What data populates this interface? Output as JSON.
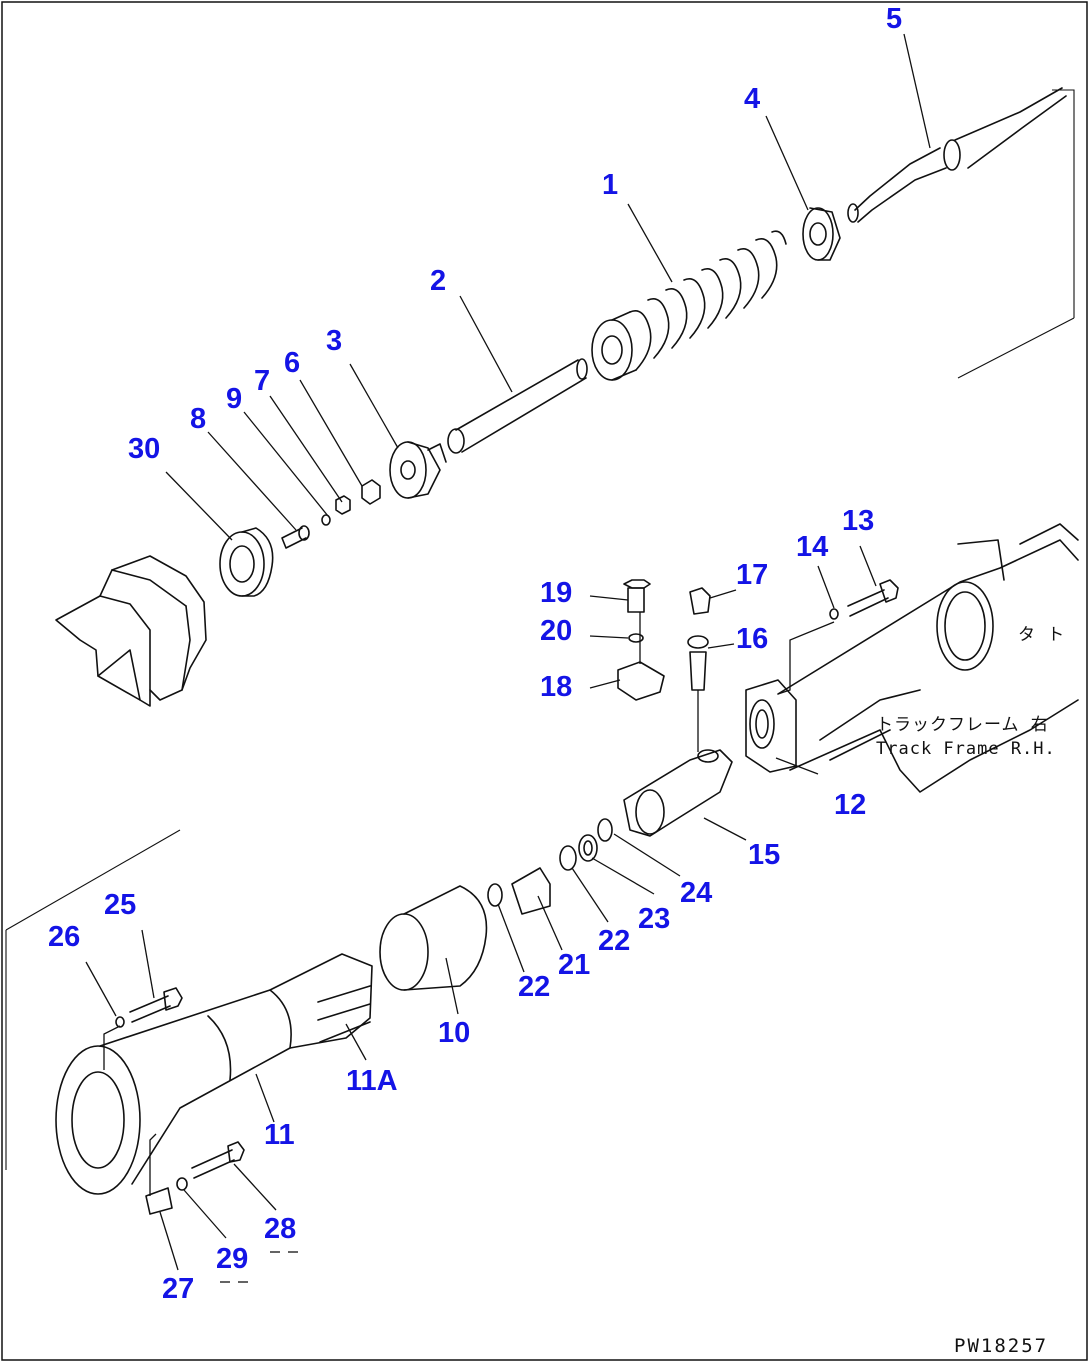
{
  "figure_code": "PW18257",
  "frame_note_jp": "トラックフレーム 右",
  "frame_note_en": "Track Frame R.H.",
  "frame_note_jp2": "タ ト",
  "callouts": [
    {
      "id": "c1",
      "text": "1"
    },
    {
      "id": "c2",
      "text": "2"
    },
    {
      "id": "c3",
      "text": "3"
    },
    {
      "id": "c4",
      "text": "4"
    },
    {
      "id": "c5",
      "text": "5"
    },
    {
      "id": "c6",
      "text": "6"
    },
    {
      "id": "c7",
      "text": "7"
    },
    {
      "id": "c8",
      "text": "8"
    },
    {
      "id": "c9",
      "text": "9"
    },
    {
      "id": "c10",
      "text": "10"
    },
    {
      "id": "c11",
      "text": "11"
    },
    {
      "id": "c11a",
      "text": "11A"
    },
    {
      "id": "c12",
      "text": "12"
    },
    {
      "id": "c13",
      "text": "13"
    },
    {
      "id": "c14",
      "text": "14"
    },
    {
      "id": "c15",
      "text": "15"
    },
    {
      "id": "c16",
      "text": "16"
    },
    {
      "id": "c17",
      "text": "17"
    },
    {
      "id": "c18",
      "text": "18"
    },
    {
      "id": "c19",
      "text": "19"
    },
    {
      "id": "c20",
      "text": "20"
    },
    {
      "id": "c21",
      "text": "21"
    },
    {
      "id": "c22a",
      "text": "22"
    },
    {
      "id": "c22b",
      "text": "22"
    },
    {
      "id": "c23",
      "text": "23"
    },
    {
      "id": "c24",
      "text": "24"
    },
    {
      "id": "c25",
      "text": "25"
    },
    {
      "id": "c26",
      "text": "26"
    },
    {
      "id": "c27",
      "text": "27"
    },
    {
      "id": "c28",
      "text": "28"
    },
    {
      "id": "c29",
      "text": "29"
    },
    {
      "id": "c30",
      "text": "30"
    }
  ],
  "colors": {
    "callout": "#1414e6",
    "line": "#111111",
    "background": "#ffffff"
  }
}
